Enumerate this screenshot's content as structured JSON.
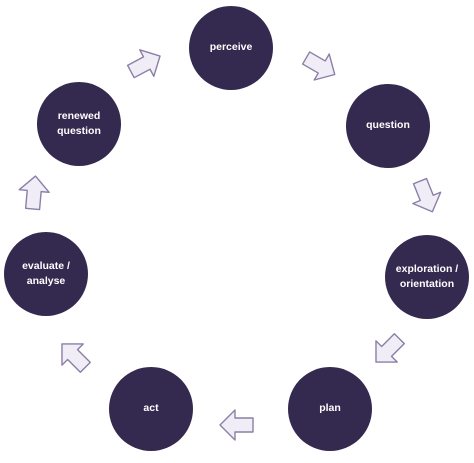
{
  "cycle": {
    "nodes": [
      {
        "id": "perceive",
        "label": "perceive"
      },
      {
        "id": "question",
        "label": "question"
      },
      {
        "id": "exploration",
        "label": "exploration / orientation"
      },
      {
        "id": "plan",
        "label": "plan"
      },
      {
        "id": "act",
        "label": "act"
      },
      {
        "id": "evaluate",
        "label": "evaluate / analyse"
      },
      {
        "id": "renewed-question",
        "label": "renewed question"
      }
    ],
    "colors": {
      "node_fill": "#34294f",
      "node_text": "#ffffff",
      "arrow_fill": "#f0edf7",
      "arrow_stroke": "#8a7fa6"
    }
  }
}
